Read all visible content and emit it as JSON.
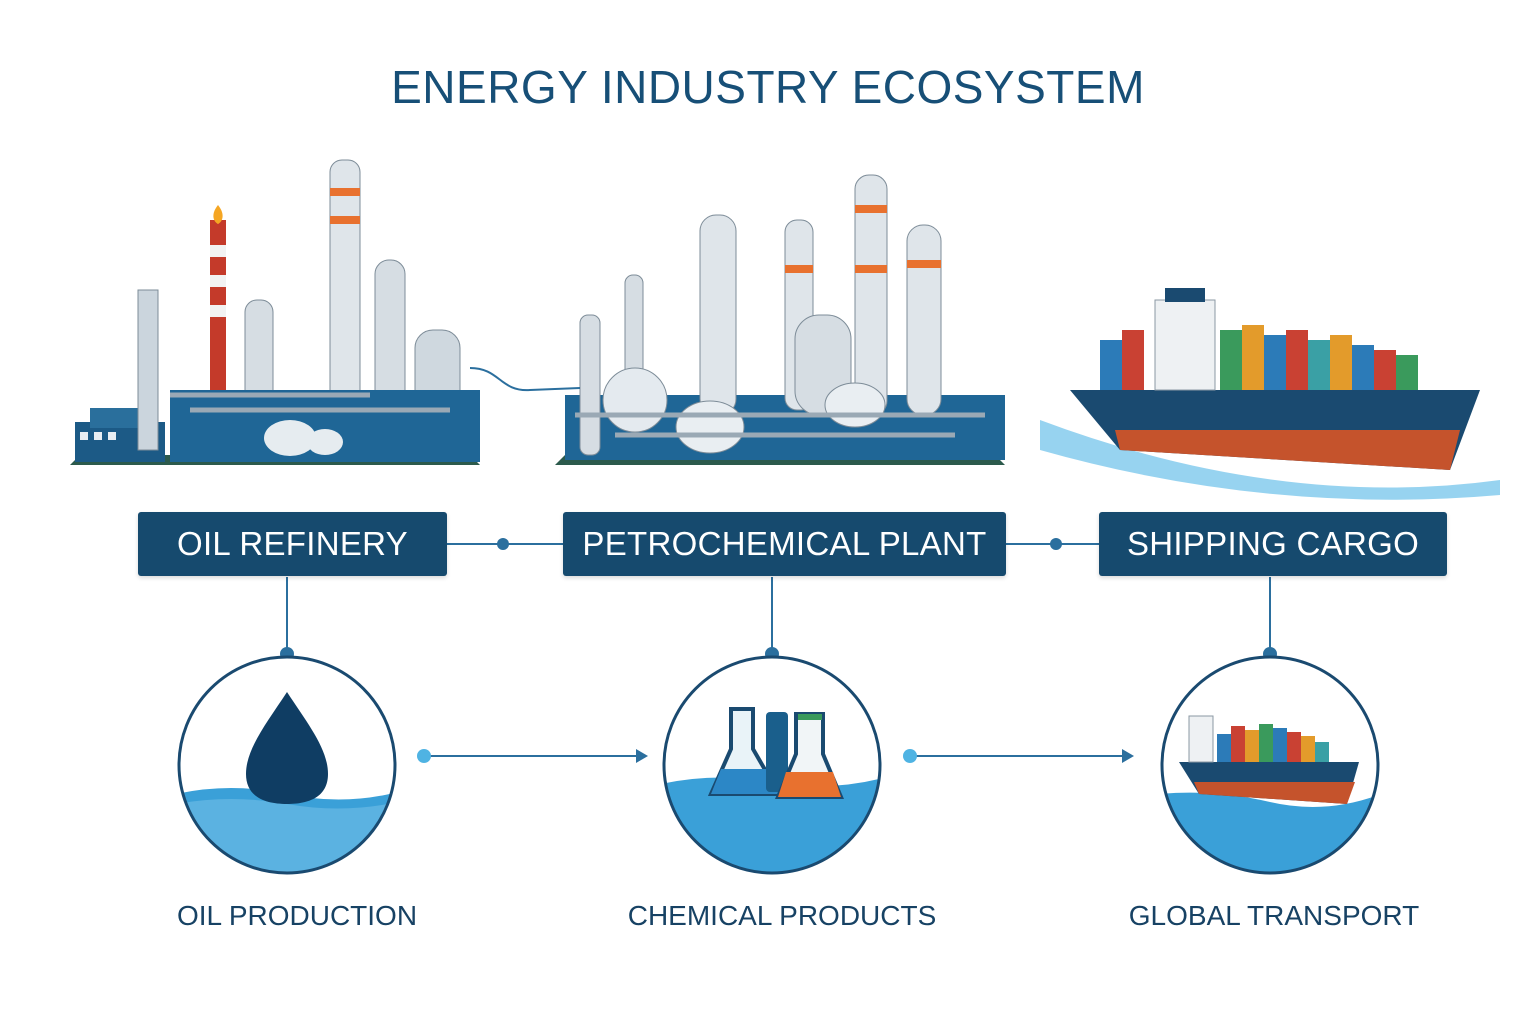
{
  "title": "ENERGY INDUSTRY ECOSYSTEM",
  "stages": [
    {
      "label": "OIL REFINERY",
      "caption": "OIL PRODUCTION",
      "icon": "oil-drop-icon"
    },
    {
      "label": "PETROCHEMICAL PLANT",
      "caption": "CHEMICAL PRODUCTS",
      "icon": "flask-icon"
    },
    {
      "label": "SHIPPING CARGO",
      "caption": "GLOBAL TRANSPORT",
      "icon": "cargo-ship-icon"
    }
  ],
  "colors": {
    "navy": "#164a6e",
    "title": "#174f77",
    "connector": "#2b6f9e",
    "water": "#3aa0d8"
  }
}
